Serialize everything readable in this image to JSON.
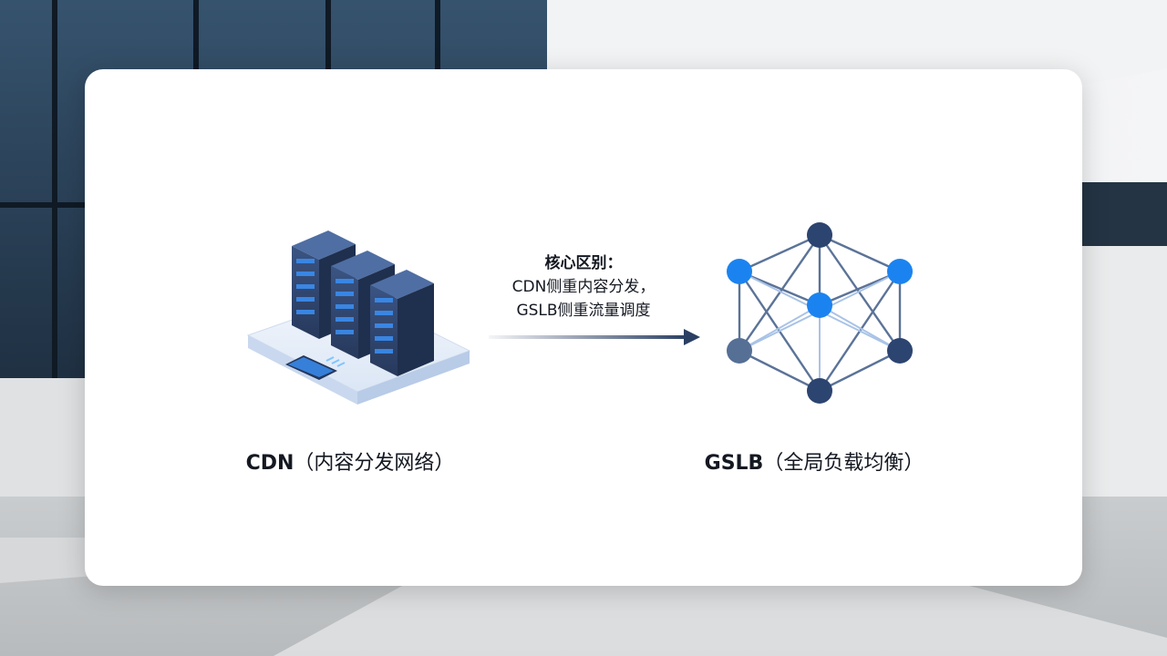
{
  "slide": {
    "left_label": {
      "main": "CDN",
      "sub": "（内容分发网络）"
    },
    "right_label": {
      "main": "GSLB",
      "sub": "（全局负载均衡）"
    },
    "center": {
      "title": "核心区别：",
      "line1": "CDN侧重内容分发，",
      "line2": "GSLB侧重流量调度"
    }
  },
  "colors": {
    "server_dark": "#2b3f63",
    "server_light": "#4a6a9e",
    "server_led": "#3a8df0",
    "node_blue": "#1b83f0",
    "node_navy": "#2c4470",
    "node_gray": "#566f95",
    "arrow": "#2b3f63"
  },
  "icons": {
    "left": "server-rack-icon",
    "right": "network-mesh-icon",
    "arrow": "arrow-right-icon"
  }
}
